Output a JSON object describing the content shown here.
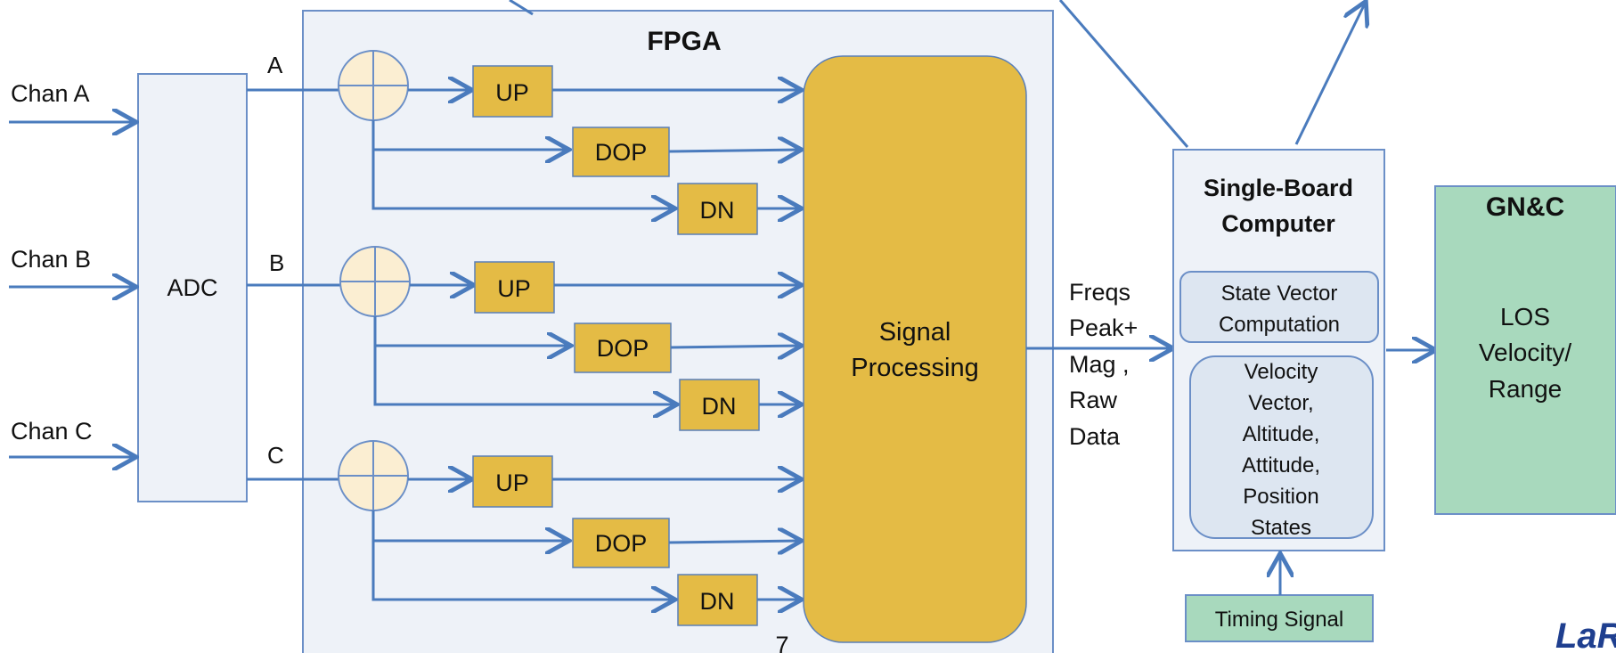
{
  "fpga": {
    "title": "FPGA"
  },
  "adc": {
    "label": "ADC"
  },
  "inputs": [
    {
      "label": "Chan A"
    },
    {
      "label": "Chan B"
    },
    {
      "label": "Chan C"
    }
  ],
  "paths": [
    {
      "label": "A",
      "blocks": [
        "UP",
        "DOP",
        "DN"
      ]
    },
    {
      "label": "B",
      "blocks": [
        "UP",
        "DOP",
        "DN"
      ]
    },
    {
      "label": "C",
      "blocks": [
        "UP",
        "DOP",
        "DN"
      ]
    }
  ],
  "signal_processing": {
    "line1": "Signal",
    "line2": "Processing"
  },
  "outputs": [
    "Freqs",
    "Peak+",
    "Mag ,",
    "Raw",
    "Data"
  ],
  "sbc": {
    "title1": "Single-Board",
    "title2": "Computer",
    "state_vector": {
      "line1": "State Vector",
      "line2": "Computation"
    },
    "velocity": [
      "Velocity",
      "Vector,",
      "Altitude,",
      "Attitude,",
      "Position",
      "States"
    ]
  },
  "timing": {
    "label": "Timing Signal"
  },
  "gnc": {
    "title": "GN&C",
    "lines": [
      "LOS",
      "Velocity/",
      "Range"
    ]
  },
  "page_number": "7",
  "corner_logo": "LaR"
}
